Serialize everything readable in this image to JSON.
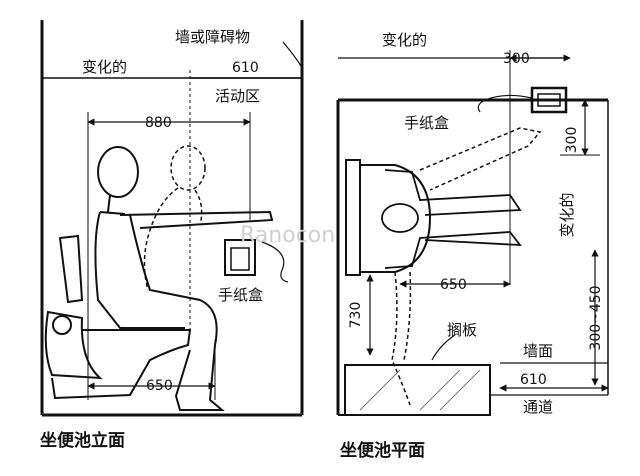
{
  "elevation": {
    "wall_label": "墙或障碍物",
    "variable_label": "变化的",
    "dim_610": "610",
    "activity_area": "活动区",
    "dim_880": "880",
    "paper_box": "手纸盒",
    "dim_650": "650",
    "caption": "坐便池立面"
  },
  "plan": {
    "variable_label": "变化的",
    "dim_300_top": "300",
    "paper_box": "手纸盒",
    "dim_300_right": "300",
    "variable_vertical": "变化的",
    "dim_650": "650",
    "dim_730": "730",
    "dim_300_450": "300~450",
    "shelf": "搁板",
    "wall_face": "墙面",
    "dim_610": "610",
    "passage": "通道",
    "caption": "坐便池平面"
  },
  "watermark": "Ranocon"
}
